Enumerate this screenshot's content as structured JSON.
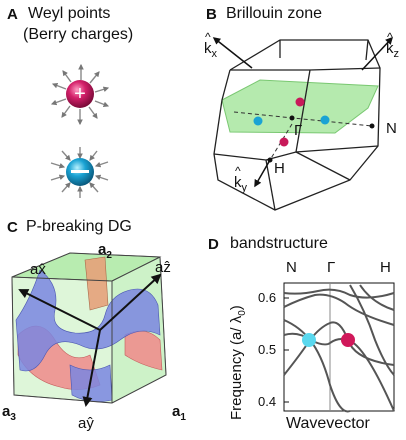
{
  "panel_a": {
    "letter": "A",
    "title_line1": "Weyl points",
    "title_line2": "(Berry charges)",
    "plus_color": "#c8195a",
    "minus_color": "#1aa3d4"
  },
  "panel_b": {
    "letter": "B",
    "title": "Brillouin zone",
    "axis_kx": "k",
    "axis_kx_sub": "x",
    "axis_kz": "k",
    "axis_kz_sub": "z",
    "axis_ky": "k",
    "axis_ky_sub": "y",
    "point_gamma": "Γ",
    "point_N": "N",
    "point_H": "H",
    "plane_color": "#a8e6a0"
  },
  "panel_c": {
    "letter": "C",
    "title": "P-breaking DG",
    "label_a2": "a",
    "label_a2_sub": "2",
    "label_a3": "a",
    "label_a3_sub": "3",
    "label_a1": "a",
    "label_a1_sub": "1",
    "label_ax": "ax̂",
    "label_az": "aẑ",
    "label_ay": "aŷ",
    "blue_surface": "#7a86e0",
    "red_surface": "#f08a8a",
    "face_green": "#b8ecb0"
  },
  "panel_d": {
    "letter": "D",
    "title": "bandstructure",
    "xlabel": "Wavevector",
    "ylabel": "Frequency  (a/ λ",
    "ylabel_sub": "0",
    "ylabel_end": ")",
    "high_sym_points": [
      "N",
      "Γ",
      "H"
    ],
    "yticks": [
      "0.6",
      "0.5",
      "0.4"
    ],
    "weyl_minus_color": "#5ad8ee",
    "weyl_plus_color": "#d0185a"
  },
  "chart_data": {
    "type": "line",
    "title": "bandstructure",
    "xlabel": "Wavevector",
    "ylabel": "Frequency (a/λ0)",
    "x_ticks": [
      "N",
      "Γ",
      "H"
    ],
    "ylim": [
      0.38,
      0.62
    ],
    "weyl_points": [
      {
        "label": "Weyl point (−)",
        "x_position": "between N and Γ",
        "frequency": 0.51
      },
      {
        "label": "Weyl point (+)",
        "x_position": "between Γ and H",
        "frequency": 0.51
      }
    ]
  }
}
